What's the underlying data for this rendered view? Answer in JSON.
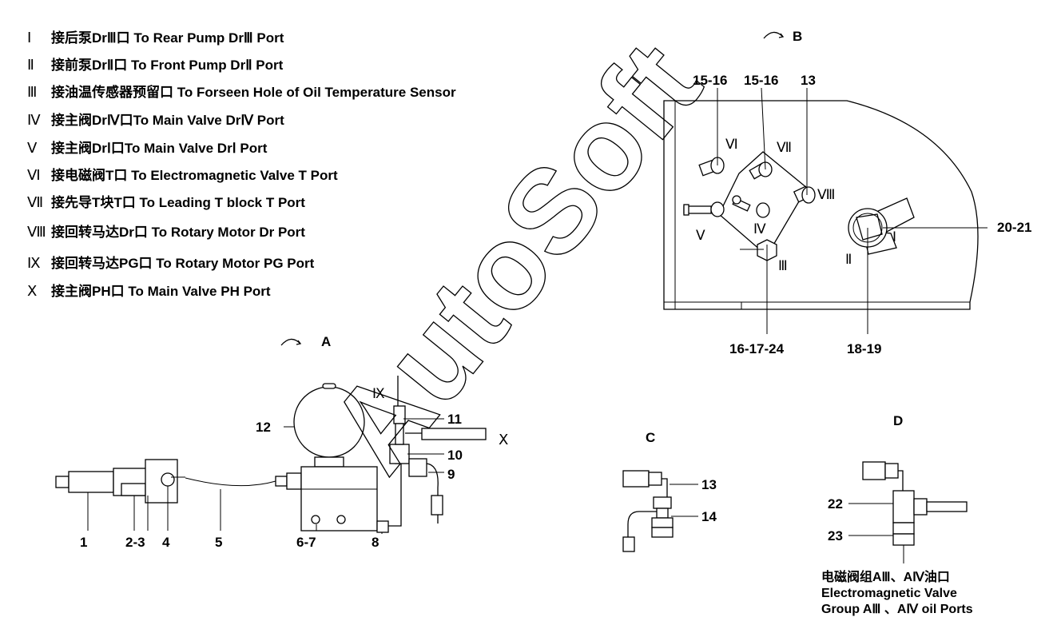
{
  "legend": [
    {
      "num": "Ⅰ",
      "text": "接后泵DrⅢ口 To Rear Pump DrⅢ Port"
    },
    {
      "num": "Ⅱ",
      "text": "接前泵DrⅡ口 To Front Pump DrⅡ Port"
    },
    {
      "num": "Ⅲ",
      "text": "接油温传感器预留口 To Forseen Hole of Oil Temperature Sensor"
    },
    {
      "num": "Ⅳ",
      "text": "接主阀DrⅣ口To Main Valve DrⅣ Port"
    },
    {
      "num": "Ⅴ",
      "text": "接主阀DrⅠ口To Main Valve DrⅠ Port"
    },
    {
      "num": "Ⅵ",
      "text": "接电磁阀T口 To Electromagnetic Valve T Port"
    },
    {
      "num": "Ⅶ",
      "text": "接先导T块T口 To Leading T block T Port"
    },
    {
      "num": "Ⅷ",
      "text": "接回转马达Dr口 To Rotary Motor Dr Port"
    },
    {
      "num": "Ⅸ",
      "text": "接回转马达PG口 To Rotary Motor PG Port"
    },
    {
      "num": "Ⅹ",
      "text": "接主阀PH口 To Main Valve PH Port"
    }
  ],
  "views": {
    "A": "A",
    "B": "B",
    "C": "C",
    "D": "D"
  },
  "view_a": {
    "callouts": {
      "c1": "1",
      "c23": "2-3",
      "c4": "4",
      "c5": "5",
      "c67": "6-7",
      "c8": "8",
      "c9": "9",
      "c10": "10",
      "c11": "11",
      "c12": "12"
    },
    "ports": {
      "p9": "Ⅸ",
      "p10": "Ⅹ"
    }
  },
  "view_b": {
    "callouts": {
      "c1516a": "15-16",
      "c1516b": "15-16",
      "c13": "13",
      "c2021": "20-21",
      "c161724": "16-17-24",
      "c1819": "18-19"
    },
    "ports": {
      "p1": "Ⅰ",
      "p2": "Ⅱ",
      "p3": "Ⅲ",
      "p4": "Ⅳ",
      "p5": "Ⅴ",
      "p6": "Ⅵ",
      "p7": "Ⅶ",
      "p8": "Ⅷ"
    }
  },
  "view_c": {
    "callouts": {
      "c13": "13",
      "c14": "14"
    }
  },
  "view_d": {
    "callouts": {
      "c22": "22",
      "c23": "23"
    },
    "caption": [
      "电磁阀组AⅢ、AⅣ油口",
      "Electromagnetic Valve",
      "Group AⅢ 、AⅣ oil Ports"
    ]
  },
  "watermark": "AutoSoft"
}
